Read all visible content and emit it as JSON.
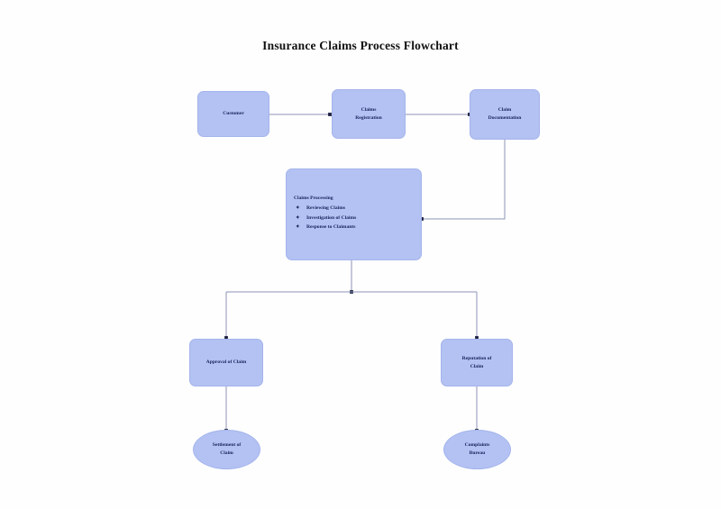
{
  "title": "Insurance Claims Process Flowchart",
  "palette": {
    "background": "#fefeff",
    "node_fill": "#b3c2f2",
    "node_border": "#a4b4ec",
    "node_text": "#16205a",
    "title_text": "#101010",
    "edge_stroke": "#8d94b5",
    "arrow_fill": "#1b2040"
  },
  "nodes": {
    "customer": {
      "label": "Customer",
      "shape": "rounded-rect"
    },
    "claims_registration": {
      "label": "Claims\nRegistration",
      "shape": "rounded-rect"
    },
    "claim_documentation": {
      "label": "Claim\nDocumentation",
      "shape": "rounded-rect"
    },
    "claims_processing": {
      "heading": "Claims Processing",
      "shape": "rounded-rect",
      "bullet_glyph": "✦",
      "items": [
        "Reviewing Claims",
        "Investigation of Claims",
        "Response to Claimants"
      ]
    },
    "approval_of_claim": {
      "label": "Approval of Claim",
      "shape": "rounded-rect"
    },
    "reputation_of_claim": {
      "label": "Reputation of\nClaim",
      "shape": "rounded-rect"
    },
    "settlement_of_claim": {
      "label": "Settlement of\nClaim",
      "shape": "ellipse"
    },
    "complaints_bureau": {
      "label": "Complaints\nBureau",
      "shape": "ellipse"
    }
  },
  "edges": [
    {
      "from": "customer",
      "to": "claims_registration",
      "style": "straight-horizontal"
    },
    {
      "from": "claims_registration",
      "to": "claim_documentation",
      "style": "straight-horizontal"
    },
    {
      "from": "claim_documentation",
      "to": "claims_processing",
      "style": "elbow-down-left"
    },
    {
      "from": "claims_processing",
      "to": "approval_of_claim",
      "style": "split-down-left"
    },
    {
      "from": "claims_processing",
      "to": "reputation_of_claim",
      "style": "split-down-right"
    },
    {
      "from": "approval_of_claim",
      "to": "settlement_of_claim",
      "style": "straight-vertical"
    },
    {
      "from": "reputation_of_claim",
      "to": "complaints_bureau",
      "style": "straight-vertical"
    }
  ]
}
